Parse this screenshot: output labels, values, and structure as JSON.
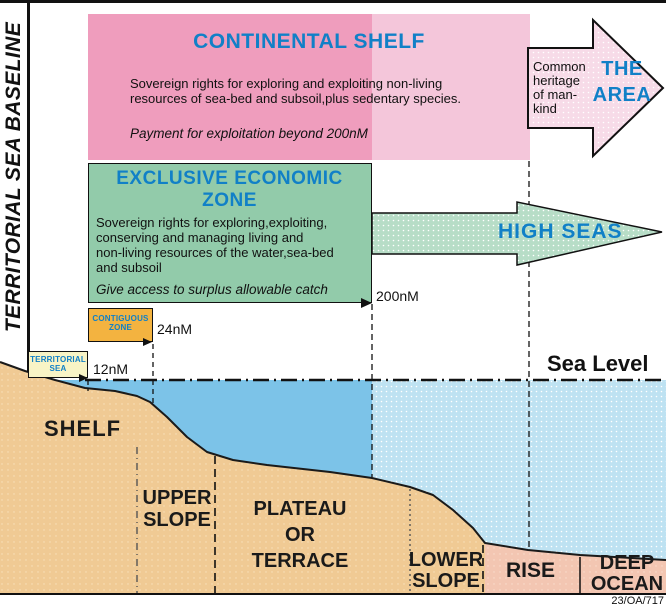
{
  "baseline": {
    "label": "TERRITORIAL SEA BASELINE"
  },
  "continental_shelf": {
    "title": "CONTINENTAL SHELF",
    "body_lines": [
      "Sovereign rights for exploring and exploiting non-living",
      "resources of sea-bed and subsoil,plus sedentary species."
    ],
    "note": "Payment for exploitation beyond 200nM"
  },
  "the_area": {
    "heritage_lines": [
      "Common",
      "heritage",
      "of man-",
      "kind"
    ],
    "label_lines": [
      "THE",
      "AREA"
    ]
  },
  "eez": {
    "title_lines": [
      "EXCLUSIVE ECONOMIC",
      "ZONE"
    ],
    "body_lines": [
      "Sovereign rights for exploring,exploiting,",
      "conserving and managing living and",
      "non-living resources of the water,sea-bed",
      "and subsoil"
    ],
    "note": "Give access to surplus allowable catch"
  },
  "high_seas": {
    "label": "HIGH SEAS"
  },
  "zones": {
    "contiguous": {
      "label_lines": [
        "CONTIGUOUS",
        "ZONE"
      ],
      "distance": "24nM"
    },
    "territorial": {
      "label_lines": [
        "TERRITORIAL",
        "SEA"
      ],
      "distance": "12nM"
    },
    "eez_distance": "200nM"
  },
  "sea_level": {
    "label": "Sea Level"
  },
  "seafloor": {
    "shelf": "SHELF",
    "upper_slope_lines": [
      "UPPER",
      "SLOPE"
    ],
    "plateau_lines": [
      "PLATEAU",
      "OR",
      "TERRACE"
    ],
    "lower_slope_lines": [
      "LOWER",
      "SLOPE"
    ],
    "rise": "RISE",
    "deep_ocean_lines": [
      "DEEP",
      "OCEAN"
    ]
  },
  "footer": {
    "ref": "23/OA/717"
  },
  "colors": {
    "title_blue": "#1180c7",
    "shelf_box_pink": "#ef9dbd",
    "shelf_box_pink_light": "#f4c6da",
    "area_arrow_pink": "#f7dbe8",
    "eez_green": "#92cbaa",
    "high_seas_green": "#b7ddc7",
    "contiguous_orange": "#f3b340",
    "territorial_yellow": "#f8f4c6",
    "water_dark": "#7cc3e8",
    "water_light": "#bee2f2",
    "sand": "#f0ca94",
    "deep_seabed_pink": "#f3c6b2"
  }
}
